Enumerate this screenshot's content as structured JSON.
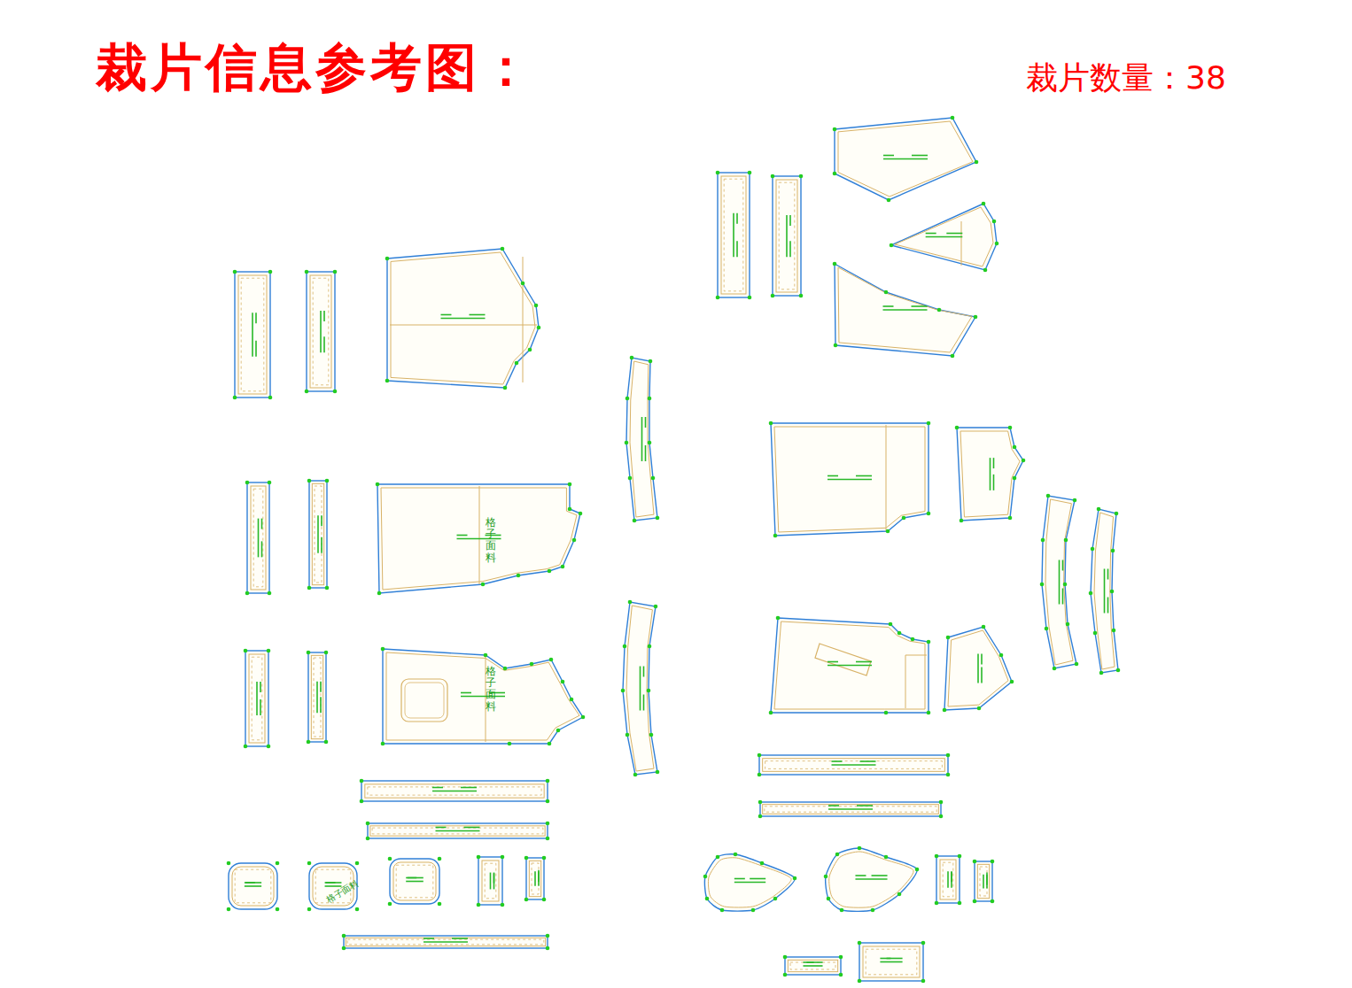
{
  "diagram": {
    "title": "裁片信息参考图：",
    "labels": [
      "裁片数量：38",
      "格子面料",
      "格子面料",
      "格子面料"
    ]
  }
}
